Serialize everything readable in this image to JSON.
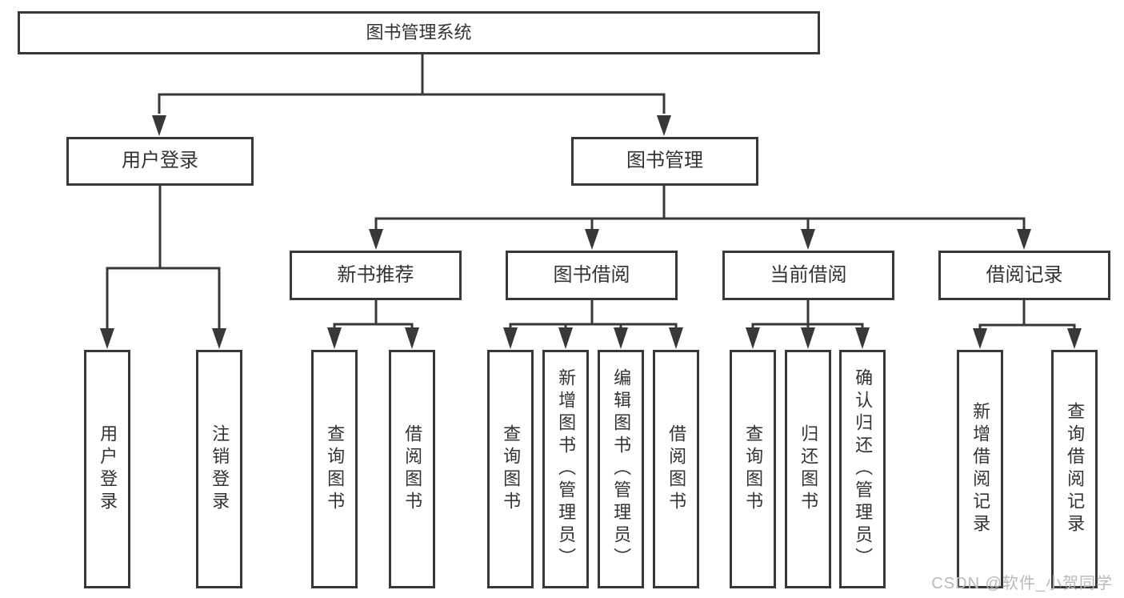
{
  "diagram_title": "图书管理系统",
  "nodes": {
    "root": "图书管理系统",
    "user_login": "用户登录",
    "book_mgmt": "图书管理",
    "new_book_rec": "新书推荐",
    "book_borrow": "图书借阅",
    "current_borrow": "当前借阅",
    "borrow_record": "借阅记录",
    "ul_login": "用户登录",
    "ul_logout": "注销登录",
    "nb_query": "查询图书",
    "nb_borrow": "借阅图书",
    "bb_query": "查询图书",
    "bb_add": "新增图书（管理员）",
    "bb_edit": "编辑图书（管理员）",
    "bb_borrow": "借阅图书",
    "cb_query": "查询图书",
    "cb_return": "归还图书",
    "cb_confirm": "确认归还（管理员）",
    "br_add": "新增借阅记录",
    "br_query": "查询借阅记录"
  },
  "hierarchy": {
    "root": "图书管理系统",
    "children": [
      {
        "label": "用户登录",
        "children": [
          "用户登录",
          "注销登录"
        ]
      },
      {
        "label": "图书管理",
        "children": [
          {
            "label": "新书推荐",
            "children": [
              "查询图书",
              "借阅图书"
            ]
          },
          {
            "label": "图书借阅",
            "children": [
              "查询图书",
              "新增图书（管理员）",
              "编辑图书（管理员）",
              "借阅图书"
            ]
          },
          {
            "label": "当前借阅",
            "children": [
              "查询图书",
              "归还图书",
              "确认归还（管理员）"
            ]
          },
          {
            "label": "借阅记录",
            "children": [
              "新增借阅记录",
              "查询借阅记录"
            ]
          }
        ]
      }
    ]
  },
  "watermark": "CSDN @软件_小贺同学",
  "colors": {
    "line": "#383838",
    "text": "#333333",
    "watermark": "#b9b9b9",
    "background": "#ffffff"
  }
}
